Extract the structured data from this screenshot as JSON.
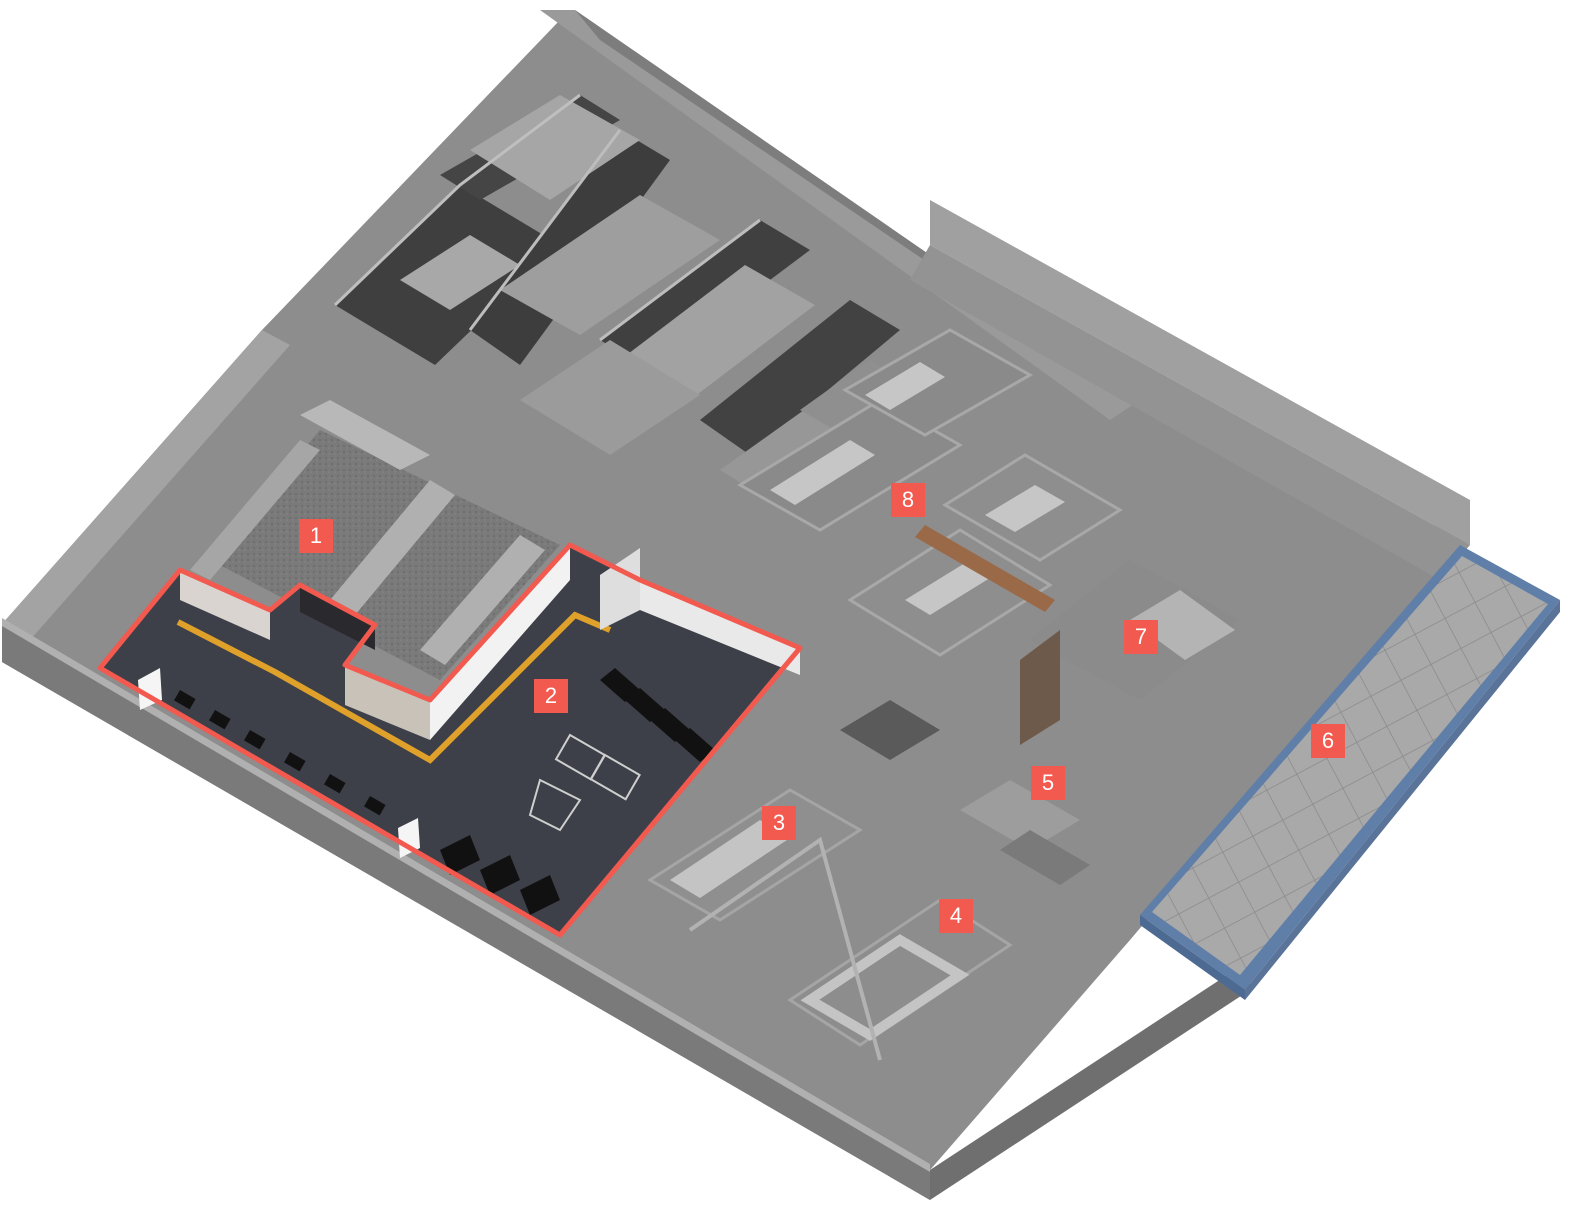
{
  "floorplan": {
    "highlight_color": "#f25a4f",
    "building_color": "#8c8c8c",
    "markers": [
      {
        "id": "zone-1",
        "label": "1"
      },
      {
        "id": "zone-2",
        "label": "2",
        "highlighted": true
      },
      {
        "id": "zone-3",
        "label": "3"
      },
      {
        "id": "zone-4",
        "label": "4"
      },
      {
        "id": "zone-5",
        "label": "5"
      },
      {
        "id": "zone-6",
        "label": "6"
      },
      {
        "id": "zone-7",
        "label": "7"
      },
      {
        "id": "zone-8",
        "label": "8"
      }
    ]
  }
}
